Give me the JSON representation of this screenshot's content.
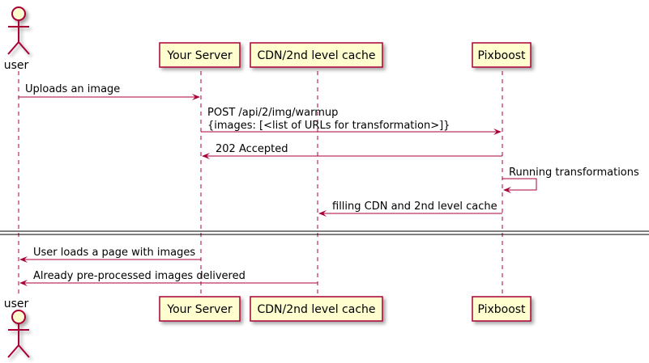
{
  "participants": [
    {
      "id": "user",
      "label": "user",
      "kind": "actor"
    },
    {
      "id": "server",
      "label": "Your Server",
      "kind": "participant"
    },
    {
      "id": "cdn",
      "label": "CDN/2nd level cache",
      "kind": "participant"
    },
    {
      "id": "pixboost",
      "label": "Pixboost",
      "kind": "participant"
    }
  ],
  "messages": [
    {
      "from": "user",
      "to": "server",
      "lines": [
        "Uploads an image"
      ]
    },
    {
      "from": "server",
      "to": "pixboost",
      "lines": [
        "POST /api/2/img/warmup",
        "{images: [<list of URLs for transformation>]}"
      ]
    },
    {
      "from": "pixboost",
      "to": "server",
      "lines": [
        "202 Accepted"
      ]
    },
    {
      "from": "pixboost",
      "to": "pixboost",
      "lines": [
        "Running transformations"
      ]
    },
    {
      "from": "pixboost",
      "to": "cdn",
      "lines": [
        "filling CDN and 2nd level cache"
      ]
    },
    {
      "separator": true
    },
    {
      "from": "server",
      "to": "user",
      "lines": [
        "User loads a page with images"
      ]
    },
    {
      "from": "cdn",
      "to": "user",
      "lines": [
        "Already pre-processed images delivered"
      ]
    }
  ],
  "colors": {
    "box_fill": "#FEFECE",
    "box_border": "#A80036",
    "line": "#A80036",
    "separator": "#000000",
    "text": "#000000"
  }
}
